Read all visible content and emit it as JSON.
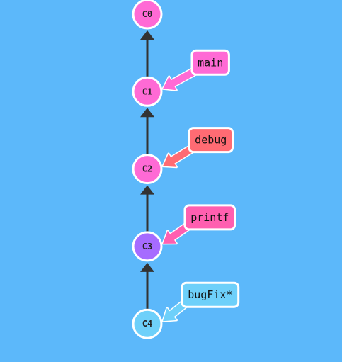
{
  "colors": {
    "background": "#5cb8fa",
    "edge": "#333333",
    "node_stroke": "#ffffff"
  },
  "commits": [
    {
      "id": "C0",
      "color": "#ff6ad5"
    },
    {
      "id": "C1",
      "color": "#ff6ad5"
    },
    {
      "id": "C2",
      "color": "#ff6ad5"
    },
    {
      "id": "C3",
      "color": "#a66bff"
    },
    {
      "id": "C4",
      "color": "#6ed0fa"
    }
  ],
  "edges": [
    {
      "from": "C1",
      "to": "C0"
    },
    {
      "from": "C2",
      "to": "C1"
    },
    {
      "from": "C3",
      "to": "C2"
    },
    {
      "from": "C4",
      "to": "C3"
    }
  ],
  "branches": [
    {
      "name": "main",
      "target": "C1",
      "color": "#ff6ad5",
      "head": false
    },
    {
      "name": "debug",
      "target": "C2",
      "color": "#ff6b73",
      "head": false
    },
    {
      "name": "printf",
      "target": "C3",
      "color": "#ff5fb0",
      "head": false
    },
    {
      "name": "bugFix*",
      "target": "C4",
      "color": "#6ed0fa",
      "head": true
    }
  ]
}
